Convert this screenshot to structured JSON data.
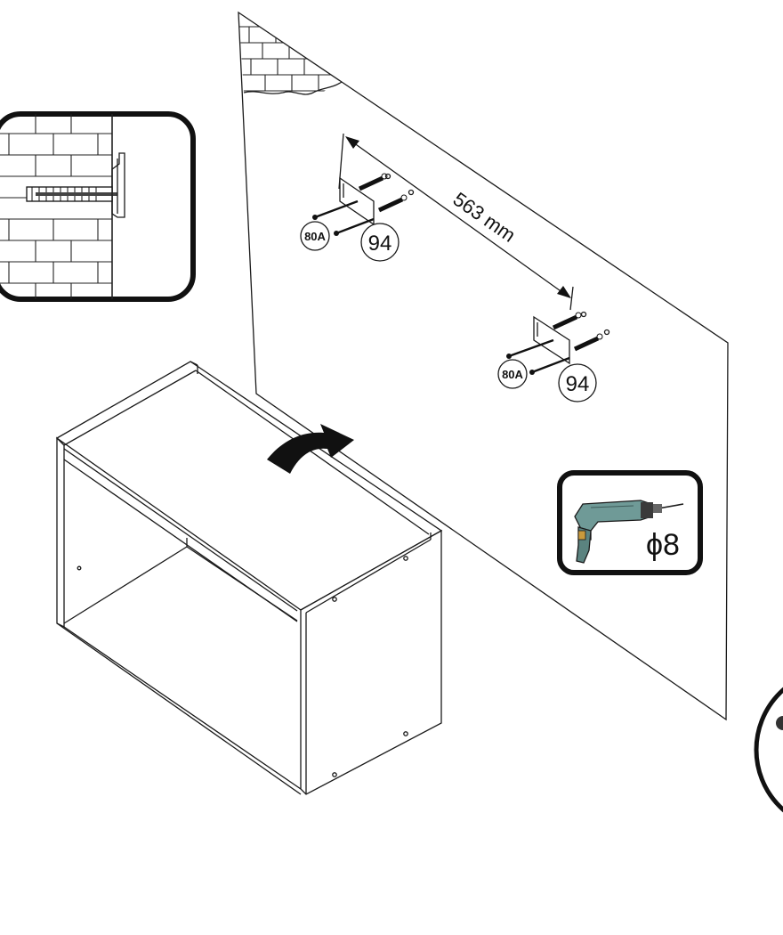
{
  "dimension": {
    "value": "563",
    "unit": "mm",
    "label": "563 mm"
  },
  "parts": {
    "screw_code": "80A",
    "plug_code": "94"
  },
  "drill": {
    "bit_symbol": "ϕ",
    "bit_size": "8",
    "label": "ϕ8"
  },
  "icons": [
    "brick-wall-detail-icon",
    "drill-icon",
    "wall-bracket-icon",
    "rotate-arrow-icon",
    "screw-icon",
    "wall-plug-icon"
  ]
}
